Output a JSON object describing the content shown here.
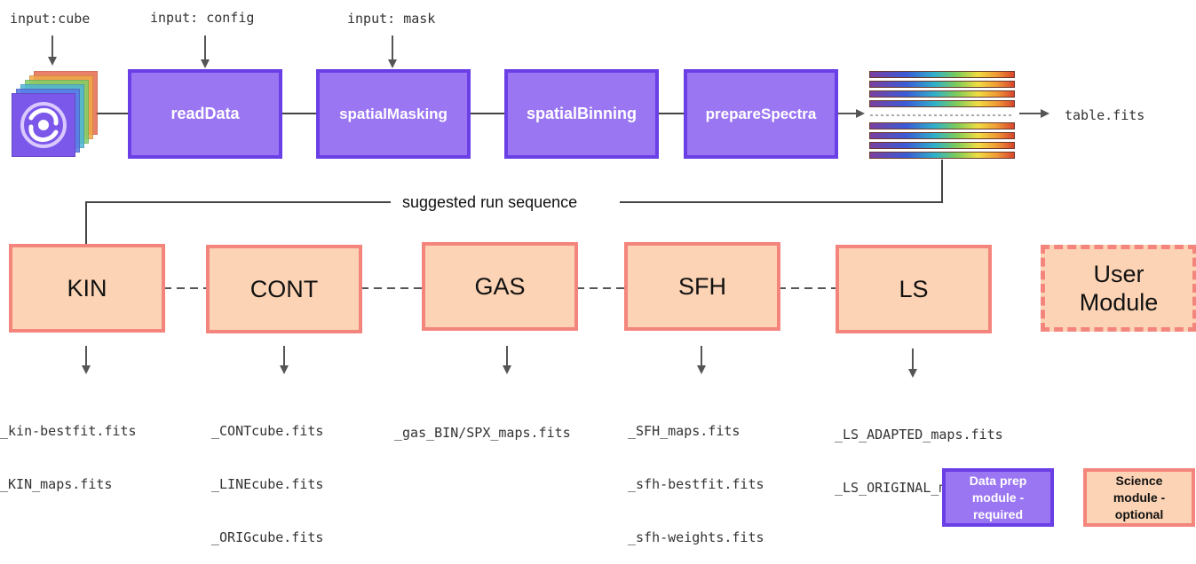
{
  "inputs": {
    "cube": "input:cube",
    "config": "input: config",
    "mask": "input: mask"
  },
  "prep_modules": [
    "readData",
    "spatialMasking",
    "spatialBinning",
    "prepareSpectra"
  ],
  "output_table": "table.fits",
  "sequence_label": "suggested run sequence",
  "science_modules": [
    {
      "label": "KIN",
      "outputs": [
        "_kin-bestfit.fits",
        "_KIN_maps.fits"
      ]
    },
    {
      "label": "CONT",
      "outputs": [
        "_CONTcube.fits",
        "_LINEcube.fits",
        "_ORIGcube.fits"
      ]
    },
    {
      "label": "GAS",
      "outputs": [
        "_gas_BIN/SPX_maps.fits"
      ]
    },
    {
      "label": "SFH",
      "outputs": [
        "_SFH_maps.fits",
        "_sfh-bestfit.fits",
        "_sfh-weights.fits"
      ]
    },
    {
      "label": "LS",
      "outputs": [
        "_LS_ADAPTED_maps.fits",
        "_LS_ORIGINAL_maps.fits"
      ]
    }
  ],
  "user_module": {
    "line1": "User",
    "line2": "Module"
  },
  "legend": {
    "prep": {
      "line1": "Data prep",
      "line2": "module -",
      "line3": "required"
    },
    "science": {
      "line1": "Science",
      "line2": "module -",
      "line3": "optional"
    }
  },
  "colors": {
    "prep_fill": "#9b76f2",
    "prep_border": "#6a3fe6",
    "science_fill": "#fcd3b4",
    "science_border": "#f4857d",
    "line": "#444444"
  },
  "icons": [
    "datacube-icon",
    "spectra-table-icon",
    "arrow-down-icon",
    "arrow-right-icon"
  ]
}
